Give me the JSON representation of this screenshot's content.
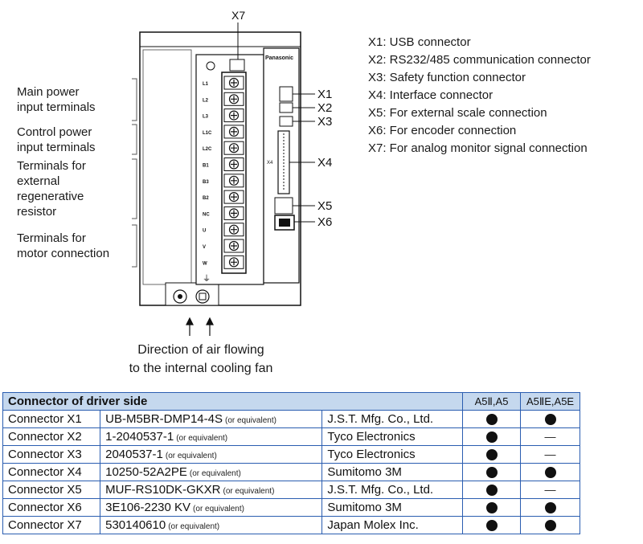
{
  "diagram": {
    "x7_label": "X7",
    "vendor_label": "Panasonic",
    "x4_small": "X4",
    "terminal_labels": [
      "L1",
      "L2",
      "L3",
      "L1C",
      "L2C",
      "B1",
      "B3",
      "B2",
      "NC",
      "U",
      "V",
      "W"
    ],
    "left_groups": [
      {
        "text": "Main power\ninput terminals"
      },
      {
        "text": "Control power\ninput terminals"
      },
      {
        "text": "Terminals for\nexternal\nregenerative\nresistor"
      },
      {
        "text": "Terminals for\nmotor connection"
      }
    ],
    "right_tags": [
      "X1",
      "X2",
      "X3",
      "X4",
      "X5",
      "X6"
    ],
    "air_text": "Direction of air flowing\nto the internal cooling fan"
  },
  "legend": [
    "X1: USB connector",
    "X2: RS232/485 communication connector",
    "X3: Safety function connector",
    "X4: Interface connector",
    "X5: For external scale connection",
    "X6: For encoder connection",
    "X7: For analog monitor signal connection"
  ],
  "table": {
    "header": "Connector of driver side",
    "model_a": "A5Ⅱ,A5",
    "model_b": "A5ⅡE,A5E",
    "equiv": "(or equivalent)",
    "rows": [
      {
        "name": "Connector X1",
        "part": "UB-M5BR-DMP14-4S",
        "maker": "J.S.T. Mfg. Co., Ltd.",
        "a": "●",
        "b": "●"
      },
      {
        "name": "Connector X2",
        "part": "1-2040537-1",
        "maker": "Tyco Electronics",
        "a": "●",
        "b": "—"
      },
      {
        "name": "Connector X3",
        "part": "2040537-1",
        "maker": "Tyco Electronics",
        "a": "●",
        "b": "—"
      },
      {
        "name": "Connector X4",
        "part": "10250-52A2PE",
        "maker": "Sumitomo 3M",
        "a": "●",
        "b": "●"
      },
      {
        "name": "Connector X5",
        "part": "MUF-RS10DK-GKXR",
        "maker": "J.S.T. Mfg. Co., Ltd.",
        "a": "●",
        "b": "—"
      },
      {
        "name": "Connector X6",
        "part": "3E106-2230 KV",
        "maker": "Sumitomo 3M",
        "a": "●",
        "b": "●"
      },
      {
        "name": "Connector X7",
        "part": "530140610",
        "maker": "Japan Molex Inc.",
        "a": "●",
        "b": "●"
      }
    ]
  }
}
